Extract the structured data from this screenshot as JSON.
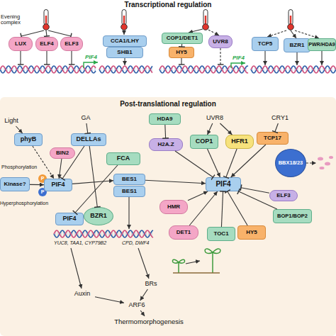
{
  "diagram": {
    "nodes": [
      {
        "text": [
          "LUX"
        ]
      },
      {
        "text": [
          "ELF4"
        ]
      },
      {
        "text": [
          "ELF3"
        ]
      },
      {
        "text": [
          "CCA1/LHY"
        ]
      },
      {
        "text": [
          "SHB1"
        ]
      },
      {
        "text": [
          "COP1/DET1"
        ]
      },
      {
        "text": [
          "HY5"
        ]
      },
      {
        "text": [
          "UVR8"
        ]
      },
      {
        "text": [
          "TCP5"
        ]
      },
      {
        "text": [
          "BZR1"
        ]
      },
      {
        "text": [
          "PWR/HDA9"
        ]
      },
      {
        "text": [
          "Light"
        ]
      },
      {
        "text": [
          "GA"
        ]
      },
      {
        "text": [
          "HDA9"
        ]
      },
      {
        "text": [
          "UVR8"
        ]
      },
      {
        "text": [
          "CRY1"
        ]
      },
      {
        "text": [
          "phyB"
        ]
      },
      {
        "text": [
          "DELLAs"
        ]
      },
      {
        "text": [
          "H2A.Z"
        ]
      },
      {
        "text": [
          "COP1"
        ]
      },
      {
        "text": [
          "HFR1"
        ]
      },
      {
        "text": [
          "TCP17"
        ]
      },
      {
        "text": [
          "BIN2"
        ]
      },
      {
        "text": [
          "FCA"
        ]
      },
      {
        "text": [
          "BBX18/23"
        ]
      },
      {
        "text": [
          "Kinase?"
        ]
      },
      {
        "text": [
          "PIF4"
        ]
      },
      {
        "text": [
          "BES1"
        ]
      },
      {
        "text": [
          "BES1"
        ]
      },
      {
        "text": [
          "PIF4"
        ]
      },
      {
        "text": [
          "ELF3"
        ]
      },
      {
        "text": [
          "HMR"
        ]
      },
      {
        "text": [
          "BOP1/BOP2"
        ]
      },
      {
        "text": [
          "PIF4"
        ]
      },
      {
        "text": [
          "BZR1"
        ]
      },
      {
        "text": [
          "DET1"
        ]
      },
      {
        "text": [
          "TOC1"
        ]
      },
      {
        "text": [
          "HY5"
        ]
      },
      {
        "text": [
          "Auxin"
        ]
      },
      {
        "text": [
          "BRs"
        ]
      },
      {
        "text": [
          "ARF6"
        ]
      },
      {
        "text": [
          "Thermomorphogenesis"
        ]
      }
    ],
    "edges": [
      {
        "from": 5,
        "to": 6,
        "arrow": "to"
      },
      {
        "from": 11,
        "to": 16,
        "arrow": "to"
      },
      {
        "from": 16,
        "to": 26,
        "arrow": "to"
      },
      {
        "from": 22,
        "to": 26,
        "arrow": "to"
      },
      {
        "from": 25,
        "to": 26,
        "arrow": "to"
      },
      {
        "from": 12,
        "to": 17,
        "arrow": "to"
      },
      {
        "from": 17,
        "to": 26,
        "arrow": "to"
      },
      {
        "from": 17,
        "to": 34,
        "arrow": "to"
      },
      {
        "from": 23,
        "to": 33,
        "arrow": "to"
      },
      {
        "from": 13,
        "to": 18,
        "arrow": "to"
      },
      {
        "from": 18,
        "to": 29,
        "arrow": "to"
      },
      {
        "from": 26,
        "to": 27,
        "arrow": "to"
      },
      {
        "from": 27,
        "to": 29,
        "arrow": "to"
      },
      {
        "from": 14,
        "to": 19,
        "arrow": "to"
      },
      {
        "from": 14,
        "to": 20,
        "arrow": "to"
      },
      {
        "from": 19,
        "to": 29,
        "arrow": "to"
      },
      {
        "from": 20,
        "to": 29,
        "arrow": "to"
      },
      {
        "from": 15,
        "to": 21,
        "arrow": "to"
      },
      {
        "from": 21,
        "to": 29,
        "arrow": "to"
      },
      {
        "from": 30,
        "to": 29,
        "arrow": "to"
      },
      {
        "from": 32,
        "to": 29,
        "arrow": "to"
      },
      {
        "from": 37,
        "to": 29,
        "arrow": "to"
      },
      {
        "from": 36,
        "to": 29,
        "arrow": "to"
      },
      {
        "from": 35,
        "to": 29,
        "arrow": "to"
      },
      {
        "from": 31,
        "to": 29,
        "arrow": "to"
      },
      {
        "from": 38,
        "to": 40,
        "arrow": "to"
      },
      {
        "from": 39,
        "to": 40,
        "arrow": "to"
      },
      {
        "from": 40,
        "to": 41,
        "arrow": "to"
      }
    ],
    "labels": [
      "Transcriptional regulation",
      "Evening complex",
      "PIF4",
      "PIF4",
      "Post-translational regulation",
      "Phosphorylation",
      "Hyperphosphorylation",
      "P",
      "P",
      "YUC8, TAA1, CYP79B2",
      "CPD, DWF4"
    ]
  }
}
